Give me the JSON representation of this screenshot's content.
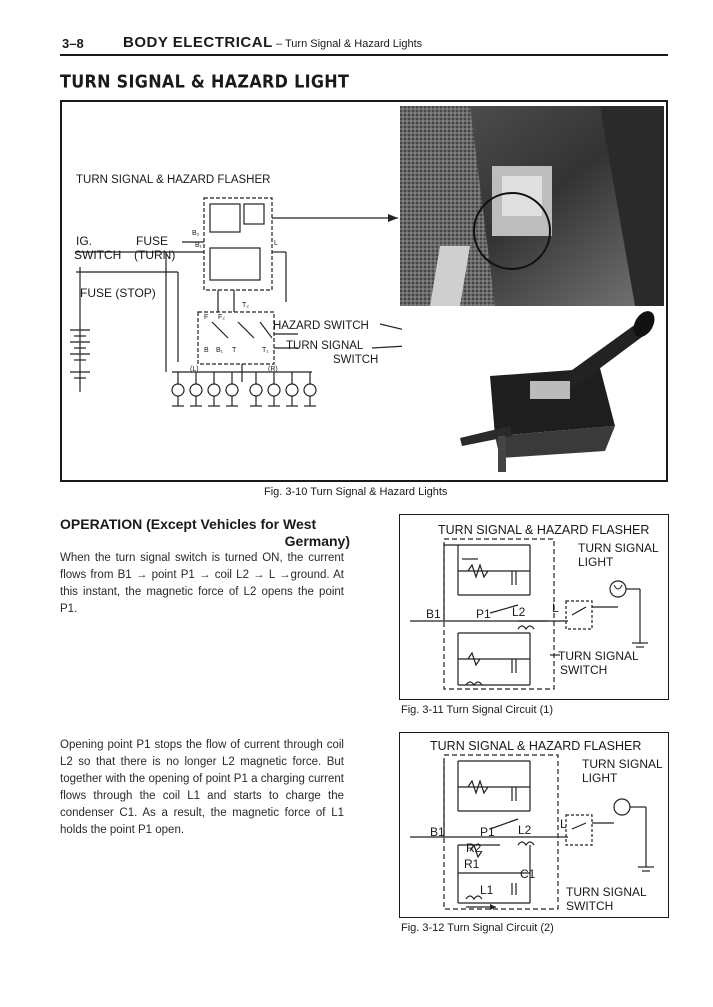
{
  "header": {
    "page_number": "3–8",
    "section": "BODY ELECTRICAL",
    "subtitle": "– Turn Signal & Hazard Lights"
  },
  "page_title": "TURN SIGNAL & HAZARD LIGHT",
  "fig_3_10": {
    "caption": "Fig. 3-10 Turn Signal & Hazard Lights",
    "labels": {
      "flasher": "TURN SIGNAL & HAZARD FLASHER",
      "ig": "IG.",
      "switch": "SWITCH",
      "fuse": "FUSE",
      "turn": "(TURN)",
      "fuse_stop": "FUSE (STOP)",
      "hazard_switch": "HAZARD SWITCH",
      "turn_signal": "TURN SIGNAL",
      "switch2": "SWITCH",
      "b2": "B₂",
      "b1": "B₁",
      "l": "L",
      "t2": "T₂",
      "f": "F",
      "f2": "F₂",
      "b": "B",
      "b1b": "B₁",
      "t": "T",
      "t1": "T₁",
      "left": "(L)",
      "right": "(R)"
    }
  },
  "operation": {
    "heading_line1": "OPERATION (Except Vehicles for West",
    "heading_line2": "Germany)",
    "paragraph1": "When the turn signal switch is turned ON, the current flows from B1 → point P1 → coil L2 → L →ground. At this instant, the magnetic force of L2 opens the point P1.",
    "paragraph2": "Opening point P1 stops the flow of current through coil L2 so that there is no longer L2 magnetic force. But together with the opening of point P1 a charging current flows through the coil L1 and starts to charge the condenser C1. As a result, the magnetic force of L1 holds the point P1 open."
  },
  "fig_3_11": {
    "caption": "Fig. 3-11 Turn Signal Circuit (1)",
    "flasher": "TURN SIGNAL & HAZARD FLASHER",
    "light_1": "TURN SIGNAL",
    "light_2": "LIGHT",
    "switch_1": "TURN SIGNAL",
    "switch_2": "SWITCH",
    "b1": "B1",
    "p1": "P1",
    "l2": "L2",
    "l": "L"
  },
  "fig_3_12": {
    "caption": "Fig. 3-12 Turn Signal Circuit (2)",
    "flasher": "TURN SIGNAL & HAZARD FLASHER",
    "light_1": "TURN SIGNAL",
    "light_2": "LIGHT",
    "switch_1": "TURN SIGNAL",
    "switch_2": "SWITCH",
    "b1": "B1",
    "p1": "P1",
    "l2": "L2",
    "r2": "R2",
    "r1": "R1",
    "c1": "C1",
    "l1": "L1",
    "l": "L"
  }
}
